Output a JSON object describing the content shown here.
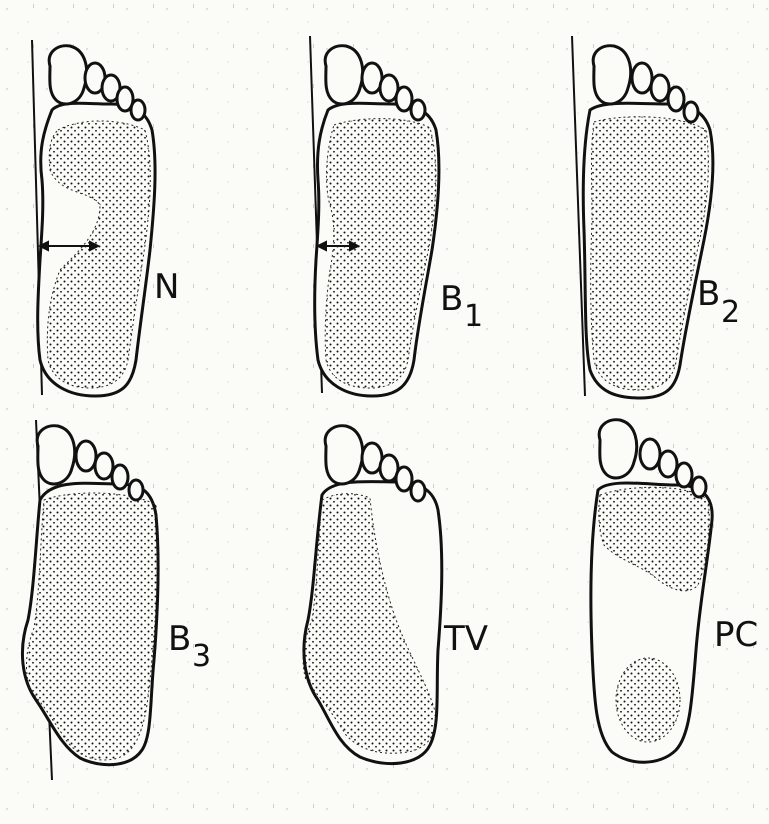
{
  "figure": {
    "panels": [
      {
        "id": "N",
        "label": "N",
        "sub": ""
      },
      {
        "id": "B1",
        "label": "B",
        "sub": "1"
      },
      {
        "id": "B2",
        "label": "B",
        "sub": "2"
      },
      {
        "id": "B3",
        "label": "B",
        "sub": "3"
      },
      {
        "id": "TV",
        "label": "TV",
        "sub": ""
      },
      {
        "id": "PC",
        "label": "PC",
        "sub": ""
      }
    ]
  }
}
